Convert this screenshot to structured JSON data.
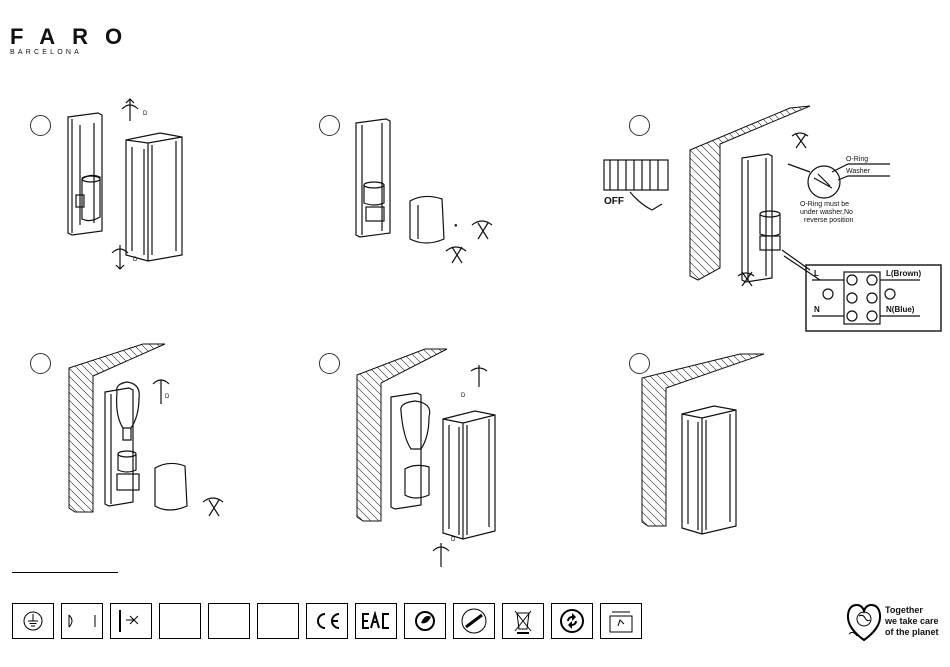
{
  "brand": {
    "name": "FARO",
    "city": "BARCELONA"
  },
  "steps": [
    {
      "id": "1"
    },
    {
      "id": "2"
    },
    {
      "id": "3"
    },
    {
      "id": "4"
    },
    {
      "id": "5"
    },
    {
      "id": "6"
    }
  ],
  "step3": {
    "off_label": "OFF",
    "oring_label": "O-Ring",
    "washer_label": "Washer",
    "note_line1": "O-Ring must be",
    "note_line2": "under washer,No",
    "note_line3": "reverse position",
    "terminal": {
      "l_left": "L",
      "l_right": "L(Brown)",
      "n_left": "N",
      "n_right": "N(Blue)"
    }
  },
  "footer": {
    "icons": [
      "earth-ground-icon",
      "class-symbol-icon",
      "ip-distance-icon",
      "blank-1",
      "blank-2",
      "blank-3",
      "ce-mark-icon",
      "eac-mark-icon",
      "recycle-leaf-icon",
      "led-icon",
      "weee-bin-icon",
      "green-dot-icon",
      "recycle-bin-icon"
    ],
    "tagline_1": "Together",
    "tagline_2": "we take care",
    "tagline_3": "of the planet"
  }
}
